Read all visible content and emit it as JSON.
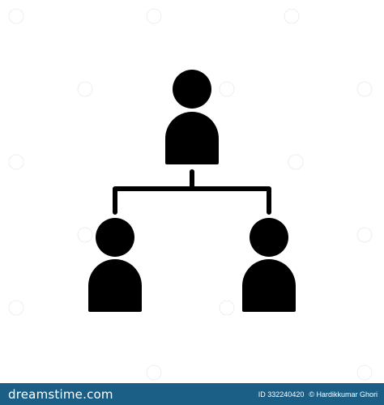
{
  "colors": {
    "background": "#ffffff",
    "icon": "#000000",
    "footer": "#1b5f86",
    "footer_text": "#ffffff",
    "watermark": "#eeeeee"
  },
  "icon": {
    "name": "organization-hierarchy-icon",
    "nodes": [
      "person-top",
      "person-bottom-left",
      "person-bottom-right"
    ]
  },
  "footer": {
    "logo_text": "dreamstime.com",
    "image_id": "ID 332240420",
    "author": "© Hardikkumar Ghori"
  }
}
